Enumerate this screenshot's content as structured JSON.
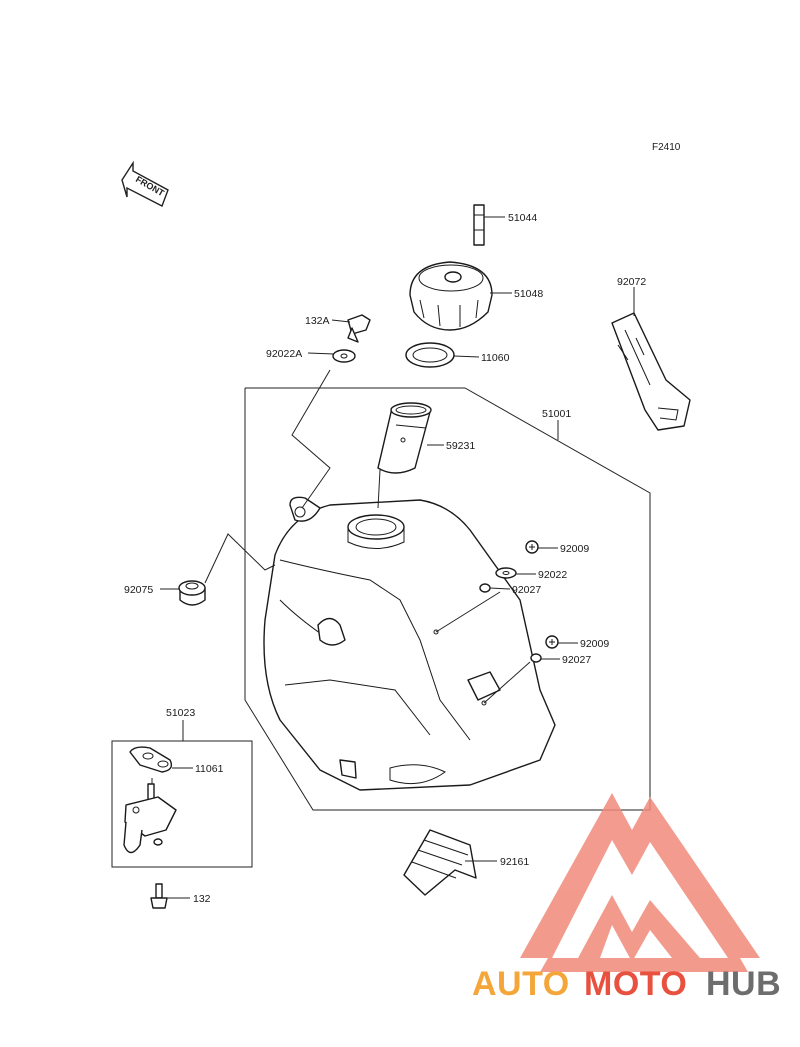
{
  "figure_code": "F2410",
  "front_arrow_label": "FRONT",
  "callouts": {
    "c51044": "51044",
    "c51048": "51048",
    "c92072": "92072",
    "c132a": "132A",
    "c92022a": "92022A",
    "c11060": "11060",
    "c51001": "51001",
    "c59231": "59231",
    "c92009a": "92009",
    "c92022": "92022",
    "c92027a": "92027",
    "c92075": "92075",
    "c92009b": "92009",
    "c92027b": "92027",
    "c51023": "51023",
    "c11061": "11061",
    "c92161": "92161",
    "c132": "132"
  },
  "watermark": {
    "part1": "AUTO",
    "part2": "MOTO",
    "part3": "HUB",
    "color_orange": "#f4a63a",
    "color_red": "#e8513f",
    "color_gray": "#6d6d6d"
  }
}
